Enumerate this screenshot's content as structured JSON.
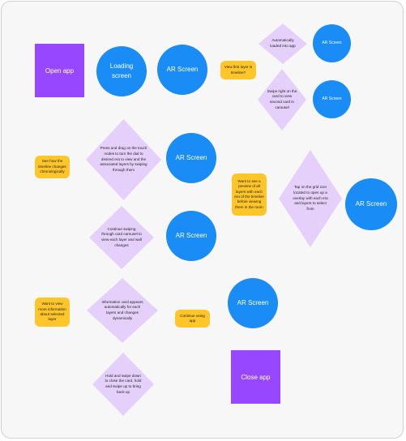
{
  "colors": {
    "board_bg": "#f7f7f7",
    "purple_box": "#9747FF",
    "blue_circle": "#1A8CF5",
    "yellow_sticky": "#FFC529",
    "lilac_diamond": "#E5D0FB"
  },
  "nodes": {
    "open_app": "Open app",
    "loading_screen": "Loading screen",
    "ar_screen_1": "AR Screen",
    "view_first_layer": "View first layer is timeline?",
    "auto_loaded": "Automatically loaded into app",
    "ar_screen_top_right_1": "AR Screen",
    "swipe_right": "Swipe right on the card to view second card in carousel",
    "ar_screen_top_right_2": "AR Screen",
    "see_timeline": "See how the timeline changes chronologically",
    "press_drag": "Press and drag on the touch nodes to turn the dial to desired era to view and the associated layers by swiping through them",
    "ar_screen_2": "AR Screen",
    "want_preview": "Want to see a preview of all layers with each era of the timeline before viewing them in the room",
    "tap_grid": "Tap on the grid icon located to open up a overlay with each era and layers to select from",
    "ar_screen_far_right": "AR Screen",
    "continue_swiping": "Continue swiping through card carousel to view each layer and wall changes",
    "ar_screen_3": "AR Screen",
    "want_more_info": "Want to view more information about selected layer",
    "info_card": "Information card appears automatically for each layers and changes dynamically",
    "continue_using": "Continue using app",
    "ar_screen_4": "AR Screen",
    "hold_swipe": "Hold and swipe down to close the card, hold and swipe up to bring back up",
    "close_app": "Close app"
  }
}
